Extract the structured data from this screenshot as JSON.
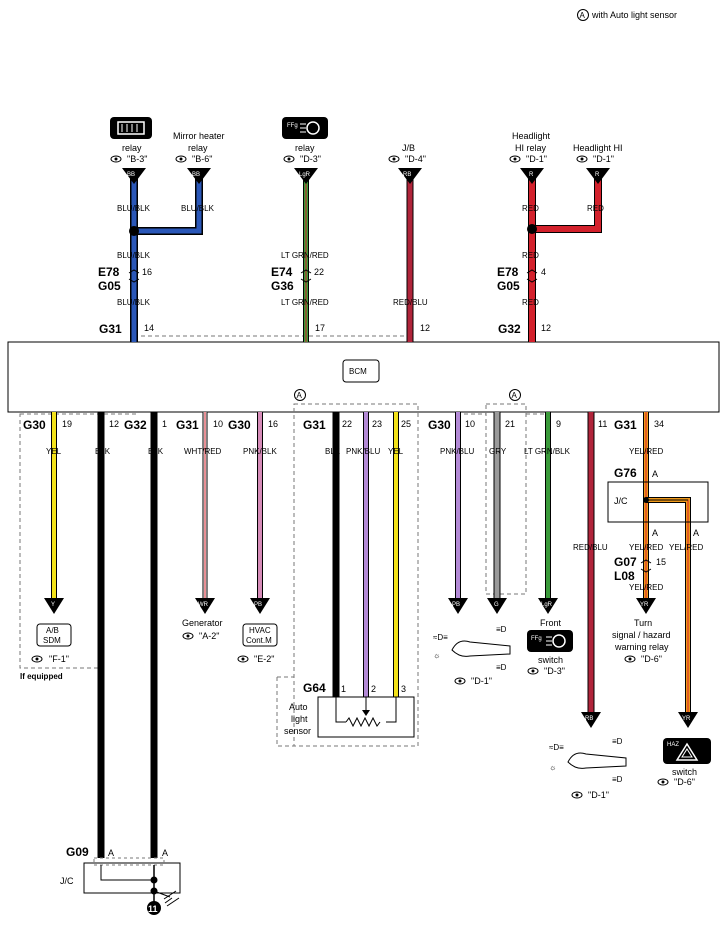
{
  "note": "with Auto light sensor",
  "note_mark": "A",
  "top": {
    "rear_defogger": {
      "label": "relay",
      "ref": "\"B-3\"",
      "pin": "BB",
      "icon": "rear-defogger-icon"
    },
    "mirror_heater": {
      "label1": "Mirror heater",
      "label2": "relay",
      "ref": "\"B-6\"",
      "pin": "BB"
    },
    "front_fog": {
      "label": "relay",
      "ref": "\"D-3\"",
      "pin": "LgR",
      "icon": "front-fog-icon"
    },
    "jb": {
      "label": "J/B",
      "ref": "\"D-4\"",
      "pin": "RB"
    },
    "hl_hi_relay": {
      "label1": "Headlight",
      "label2": "HI relay",
      "ref": "\"D-1\"",
      "pin": "R"
    },
    "hl_hi": {
      "label": "Headlight HI",
      "ref": "\"D-1\"",
      "pin": "R"
    }
  },
  "wires_top": {
    "blu_blk_1": "BLU/BLK",
    "blu_blk_2": "BLU/BLK",
    "blu_blk_3": "BLU/BLK",
    "blu_blk_4": "BLU/BLK",
    "ltgrn_red_1": "LT GRN/RED",
    "ltgrn_red_2": "LT GRN/RED",
    "red_blu": "RED/BLU",
    "red_1": "RED",
    "red_2": "RED",
    "red_3": "RED",
    "red_4": "RED"
  },
  "splices": {
    "e78a": "E78",
    "g05a": "G05",
    "e78a_pin": "16",
    "e74": "E74",
    "g36": "G36",
    "e74_pin": "22",
    "e78b": "E78",
    "g05b": "G05",
    "e78b_pin": "4"
  },
  "conn_top": {
    "g31": "G31",
    "g31_14": "14",
    "g31_17": "17",
    "g31_12": "12",
    "g32": "G32",
    "g32_12": "12"
  },
  "bcm": "BCM",
  "area_mark_1": "A",
  "area_mark_2": "A",
  "conn_bottom": {
    "g30a": "G30",
    "g30a_19": "19",
    "p12": "12",
    "g32": "G32",
    "g32_1": "1",
    "g31a": "G31",
    "g31a_10": "10",
    "g30b": "G30",
    "g30b_16": "16",
    "g31b": "G31",
    "g31b_22": "22",
    "g31b_23": "23",
    "g31b_25": "25",
    "g30c": "G30",
    "g30c_10": "10",
    "p21": "21",
    "p9": "9",
    "p11": "11",
    "g31c": "G31",
    "g31c_34": "34"
  },
  "wires_bottom": {
    "yel": "YEL",
    "blk_1": "BLK",
    "blk_2": "BLK",
    "wht_red": "WHT/RED",
    "pnk_blk_1": "PNK/BLK",
    "blk_3": "BLK",
    "pnk_blu_1": "PNK/BLU",
    "yel_2": "YEL",
    "pnk_blu_2": "PNK/BLU",
    "gry": "GRY",
    "ltgrn_blk": "LT GRN/BLK",
    "red_blu_2": "RED/BLU",
    "yel_red_1": "YEL/RED",
    "yel_red_2": "YEL/RED",
    "yel_red_3": "YEL/RED",
    "yel_red_4": "YEL/RED"
  },
  "components": {
    "sdm_pin": "Y",
    "sdm_l1": "A/B",
    "sdm_l2": "SDM",
    "sdm_ref": "\"F-1\"",
    "if_equipped": "If equipped",
    "gen_pin": "WR",
    "gen_label": "Generator",
    "gen_ref": "\"A-2\"",
    "hvac_pin": "PB",
    "hvac_l1": "HVAC",
    "hvac_l2": "Cont.M",
    "hvac_ref": "\"E-2\"",
    "g64": "G64",
    "g64_1": "1",
    "g64_2": "2",
    "g64_3": "3",
    "als_l1": "Auto",
    "als_l2": "light",
    "als_l3": "sensor",
    "sw1_pin_pb": "PB",
    "sw1_pin_g": "G",
    "sw1_ref": "\"D-1\"",
    "ffs_pin": "LgR",
    "ffs_l1": "Front",
    "ffs_l2": "switch",
    "ffs_ref": "\"D-3\"",
    "sw2_pin": "RB",
    "sw2_ref": "\"D-1\"",
    "g76": "G76",
    "g76_a": "A",
    "jc1": "J/C",
    "jc1_a1": "A",
    "jc1_a2": "A",
    "g07": "G07",
    "l08": "L08",
    "g07_pin": "15",
    "tsr_pin": "YR",
    "tsr_l1": "Turn",
    "tsr_l2": "signal / hazard",
    "tsr_l3": "warning relay",
    "tsr_ref": "\"D-6\"",
    "haz_pin": "YR",
    "haz_label": "switch",
    "haz_ref": "\"D-6\"",
    "haz_icon_text": "HAZ",
    "g09": "G09",
    "g09_a1": "A",
    "g09_a2": "A",
    "jc2": "J/C",
    "ground": "11",
    "ffs_icon_text": "FFg"
  },
  "colors": {
    "blu_blk": "#2a57b8",
    "ltgrn": "#3a9a3a",
    "red": "#d3212c",
    "red_blu": "#b0243a",
    "yel": "#f3e21a",
    "blk": "#000000",
    "pnk": "#d68bb8",
    "pnk_blu": "#b38ad6",
    "gry": "#9a9a9a",
    "orange": "#f09a1a"
  }
}
